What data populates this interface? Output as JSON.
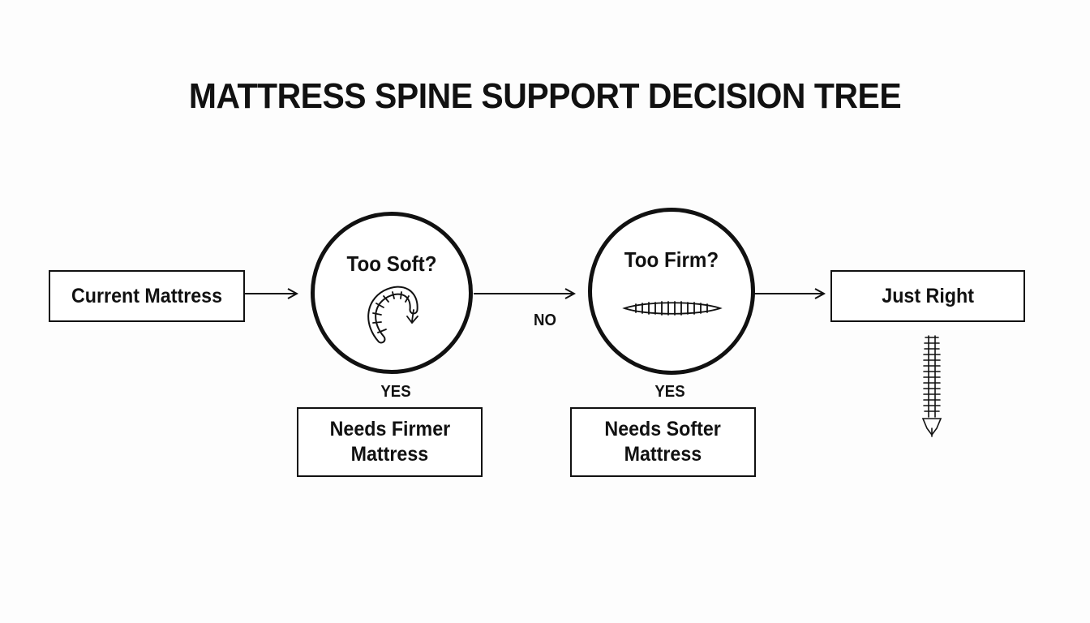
{
  "title": "MATTRESS SPINE SUPPORT DECISION TREE",
  "nodes": {
    "start": "Current Mattress",
    "q_soft": "Too Soft?",
    "q_firm": "Too Firm?",
    "end": "Just Right",
    "firmer": {
      "line1": "Needs Firmer",
      "line2": "Mattress"
    },
    "softer": {
      "line1": "Needs Softer",
      "line2": "Mattress"
    }
  },
  "edges": {
    "soft_no": "NO",
    "soft_yes": "YES",
    "firm_yes": "YES"
  },
  "icons": {
    "soft": "curved-spine-icon",
    "firm": "flat-spine-icon",
    "right": "straight-spine-icon"
  }
}
